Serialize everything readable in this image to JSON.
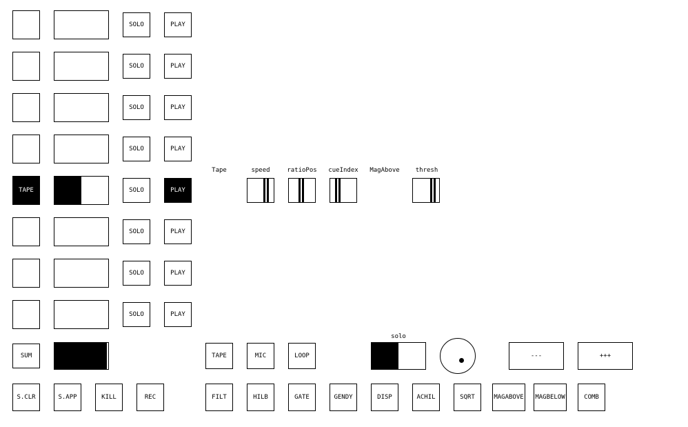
{
  "colors": {
    "background": "#ffffff",
    "border": "#000000",
    "active_bg": "#000000",
    "active_text": "#ffffff"
  },
  "channels": [
    {
      "select_label": "",
      "select_active": false,
      "level_fill": 0,
      "solo_label": "SOLO",
      "play_label": "PLAY",
      "play_active": false
    },
    {
      "select_label": "",
      "select_active": false,
      "level_fill": 0,
      "solo_label": "SOLO",
      "play_label": "PLAY",
      "play_active": false
    },
    {
      "select_label": "",
      "select_active": false,
      "level_fill": 0,
      "solo_label": "SOLO",
      "play_label": "PLAY",
      "play_active": false
    },
    {
      "select_label": "",
      "select_active": false,
      "level_fill": 0,
      "solo_label": "SOLO",
      "play_label": "PLAY",
      "play_active": false
    },
    {
      "select_label": "TAPE",
      "select_active": true,
      "level_fill": 0.5,
      "solo_label": "SOLO",
      "play_label": "PLAY",
      "play_active": true
    },
    {
      "select_label": "",
      "select_active": false,
      "level_fill": 0,
      "solo_label": "SOLO",
      "play_label": "PLAY",
      "play_active": false
    },
    {
      "select_label": "",
      "select_active": false,
      "level_fill": 0,
      "solo_label": "SOLO",
      "play_label": "PLAY",
      "play_active": false
    },
    {
      "select_label": "",
      "select_active": false,
      "level_fill": 0,
      "solo_label": "SOLO",
      "play_label": "PLAY",
      "play_active": false
    }
  ],
  "sum": {
    "label": "SUM",
    "level_fill": 0.97
  },
  "transport": [
    {
      "label": "S.CLR"
    },
    {
      "label": "S.APP"
    },
    {
      "label": "KILL"
    },
    {
      "label": "REC"
    }
  ],
  "params": [
    {
      "label": "Tape",
      "value": null
    },
    {
      "label": "speed",
      "value": 0.78
    },
    {
      "label": "ratioPos",
      "value": 0.45
    },
    {
      "label": "cueIndex",
      "value": 0.22
    },
    {
      "label": "MagAbove",
      "value": null
    },
    {
      "label": "thresh",
      "value": 0.83
    }
  ],
  "sources": [
    {
      "label": "TAPE"
    },
    {
      "label": "MIC"
    },
    {
      "label": "LOOP"
    }
  ],
  "solo_fader": {
    "label": "solo",
    "fill": 0.5
  },
  "nudge": [
    {
      "label": "---"
    },
    {
      "label": "+++"
    }
  ],
  "effects": [
    {
      "label": "FILT"
    },
    {
      "label": "HILB"
    },
    {
      "label": "GATE"
    },
    {
      "label": "GENDY"
    },
    {
      "label": "DISP"
    },
    {
      "label": "ACHIL"
    },
    {
      "label": "SQRT"
    },
    {
      "label": "MAGABOVE"
    },
    {
      "label": "MAGBELOW"
    },
    {
      "label": "COMB"
    }
  ]
}
